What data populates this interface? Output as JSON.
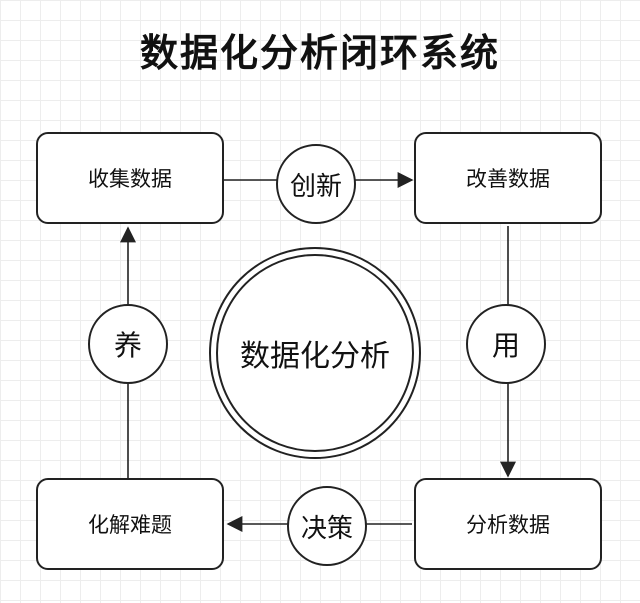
{
  "diagram": {
    "title": "数据化分析闭环系统",
    "center": "数据化分析",
    "nodes": {
      "collect": "收集数据",
      "improve": "改善数据",
      "analyze": "分析数据",
      "solve": "化解难题"
    },
    "edges": {
      "innovate": "创新",
      "use": "用",
      "decide": "决策",
      "nurture": "养"
    },
    "colors": {
      "stroke": "#222222",
      "background": "#ffffff",
      "grid": "#ededed"
    }
  }
}
